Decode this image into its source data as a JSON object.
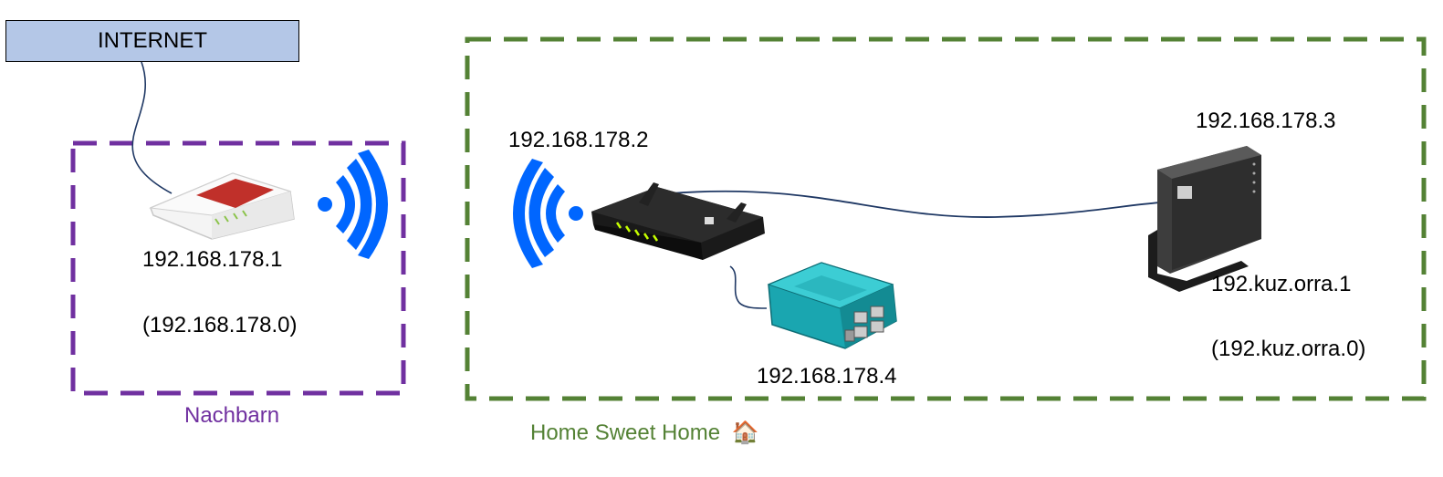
{
  "internet_label": "INTERNET",
  "zones": {
    "nachbarn": {
      "label": "Nachbarn",
      "color": "#7030a0"
    },
    "home": {
      "label": "Home Sweet Home",
      "emoji": "🏠",
      "color": "#548235"
    }
  },
  "devices": {
    "neighbor_router": {
      "ip": "192.168.178.1",
      "network": "(192.168.178.0)"
    },
    "repeater": {
      "ip": "192.168.178.2"
    },
    "raspberry_pi": {
      "ip": "192.168.178.4"
    },
    "home_router": {
      "ip": "192.168.178.3",
      "ip2": "192.kuz.orra.1",
      "network": "(192.kuz.orra.0)"
    }
  },
  "colors": {
    "wifi": "#0066ff",
    "cable": "#1f3864",
    "internet_box": "#b4c7e7"
  }
}
